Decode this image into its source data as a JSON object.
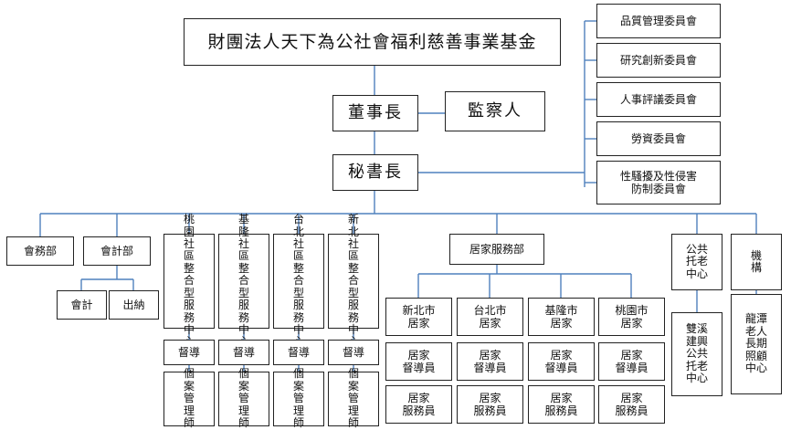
{
  "chart_data": {
    "type": "org-chart",
    "nodes": [
      {
        "id": "foundation",
        "label": "財團法人天下為公社會福利慈善事業基金"
      },
      {
        "id": "board_chair",
        "label": "董事長"
      },
      {
        "id": "supervisor",
        "label": "監察人"
      },
      {
        "id": "secretary_general",
        "label": "秘書長"
      },
      {
        "id": "quality_committee",
        "label": "品質管理委員會"
      },
      {
        "id": "research_committee",
        "label": "研究創新委員會"
      },
      {
        "id": "personnel_committee",
        "label": "人事評議委員會"
      },
      {
        "id": "labor_committee",
        "label": "勞資委員會"
      },
      {
        "id": "harassment_committee",
        "label": "性騷擾及性侵害\n防制委員會"
      },
      {
        "id": "affairs_dept",
        "label": "會務部"
      },
      {
        "id": "accounting_dept",
        "label": "會計部"
      },
      {
        "id": "accountant",
        "label": "會計"
      },
      {
        "id": "cashier",
        "label": "出納"
      },
      {
        "id": "taoyuan_center",
        "label": "桃\n園\n社\n區\n整\n合\n型\n服\n務\n中\n心"
      },
      {
        "id": "keelung_center",
        "label": "基\n隆\n社\n區\n整\n合\n型\n服\n務\n中\n心"
      },
      {
        "id": "taipei_center",
        "label": "台\n北\n社\n區\n整\n合\n型\n服\n務\n中\n心"
      },
      {
        "id": "newtaipei_center",
        "label": "新\n北\n社\n區\n整\n合\n型\n服\n務\n中\n心"
      },
      {
        "id": "taoyuan_supervisor",
        "label": "督導"
      },
      {
        "id": "keelung_supervisor",
        "label": "督導"
      },
      {
        "id": "taipei_supervisor",
        "label": "督導"
      },
      {
        "id": "newtaipei_supervisor",
        "label": "督導"
      },
      {
        "id": "taoyuan_casemgr",
        "label": "個\n案\n管\n理\n師"
      },
      {
        "id": "keelung_casemgr",
        "label": "個\n案\n管\n理\n師"
      },
      {
        "id": "taipei_casemgr",
        "label": "個\n案\n管\n理\n師"
      },
      {
        "id": "newtaipei_casemgr",
        "label": "個\n案\n管\n理\n師"
      },
      {
        "id": "homecare_dept",
        "label": "居家服務部"
      },
      {
        "id": "hc_newtaipei",
        "label": "新北市\n居家"
      },
      {
        "id": "hc_taipei",
        "label": "台北市\n居家"
      },
      {
        "id": "hc_keelung",
        "label": "基隆市\n居家"
      },
      {
        "id": "hc_taoyuan",
        "label": "桃園市\n居家"
      },
      {
        "id": "hc_newtaipei_sup",
        "label": "居家\n督導員"
      },
      {
        "id": "hc_taipei_sup",
        "label": "居家\n督導員"
      },
      {
        "id": "hc_keelung_sup",
        "label": "居家\n督導員"
      },
      {
        "id": "hc_taoyuan_sup",
        "label": "居家\n督導員"
      },
      {
        "id": "hc_newtaipei_srv",
        "label": "居家\n服務員"
      },
      {
        "id": "hc_taipei_srv",
        "label": "居家\n服務員"
      },
      {
        "id": "hc_keelung_srv",
        "label": "居家\n服務員"
      },
      {
        "id": "hc_taoyuan_srv",
        "label": "居家\n服務員"
      },
      {
        "id": "public_center",
        "label": "公共\n托老\n中心"
      },
      {
        "id": "shuangxi_center",
        "label": "雙溪\n建興\n公共\n托老\n中心"
      },
      {
        "id": "institution",
        "label": "機\n構"
      },
      {
        "id": "longtan_center",
        "label": "龍潭\n老人\n長期\n照顧\n中心"
      }
    ],
    "edges": [
      [
        "foundation",
        "board_chair"
      ],
      [
        "board_chair",
        "supervisor"
      ],
      [
        "board_chair",
        "secretary_general"
      ],
      [
        "secretary_general",
        "quality_committee"
      ],
      [
        "secretary_general",
        "research_committee"
      ],
      [
        "secretary_general",
        "personnel_committee"
      ],
      [
        "secretary_general",
        "labor_committee"
      ],
      [
        "secretary_general",
        "harassment_committee"
      ],
      [
        "secretary_general",
        "affairs_dept"
      ],
      [
        "secretary_general",
        "accounting_dept"
      ],
      [
        "secretary_general",
        "taoyuan_center"
      ],
      [
        "secretary_general",
        "keelung_center"
      ],
      [
        "secretary_general",
        "taipei_center"
      ],
      [
        "secretary_general",
        "newtaipei_center"
      ],
      [
        "secretary_general",
        "homecare_dept"
      ],
      [
        "secretary_general",
        "public_center"
      ],
      [
        "secretary_general",
        "institution"
      ],
      [
        "accounting_dept",
        "accountant"
      ],
      [
        "accounting_dept",
        "cashier"
      ],
      [
        "taoyuan_center",
        "taoyuan_supervisor"
      ],
      [
        "taoyuan_supervisor",
        "taoyuan_casemgr"
      ],
      [
        "keelung_center",
        "keelung_supervisor"
      ],
      [
        "keelung_supervisor",
        "keelung_casemgr"
      ],
      [
        "taipei_center",
        "taipei_supervisor"
      ],
      [
        "taipei_supervisor",
        "taipei_casemgr"
      ],
      [
        "newtaipei_center",
        "newtaipei_supervisor"
      ],
      [
        "newtaipei_supervisor",
        "newtaipei_casemgr"
      ],
      [
        "homecare_dept",
        "hc_newtaipei"
      ],
      [
        "homecare_dept",
        "hc_taipei"
      ],
      [
        "homecare_dept",
        "hc_keelung"
      ],
      [
        "homecare_dept",
        "hc_taoyuan"
      ],
      [
        "hc_newtaipei",
        "hc_newtaipei_sup"
      ],
      [
        "hc_newtaipei_sup",
        "hc_newtaipei_srv"
      ],
      [
        "hc_taipei",
        "hc_taipei_sup"
      ],
      [
        "hc_taipei_sup",
        "hc_taipei_srv"
      ],
      [
        "hc_keelung",
        "hc_keelung_sup"
      ],
      [
        "hc_keelung_sup",
        "hc_keelung_srv"
      ],
      [
        "hc_taoyuan",
        "hc_taoyuan_sup"
      ],
      [
        "hc_taoyuan_sup",
        "hc_taoyuan_srv"
      ],
      [
        "public_center",
        "shuangxi_center"
      ],
      [
        "institution",
        "longtan_center"
      ]
    ],
    "line_color": "#4f81bd",
    "border_color": "#222222"
  }
}
